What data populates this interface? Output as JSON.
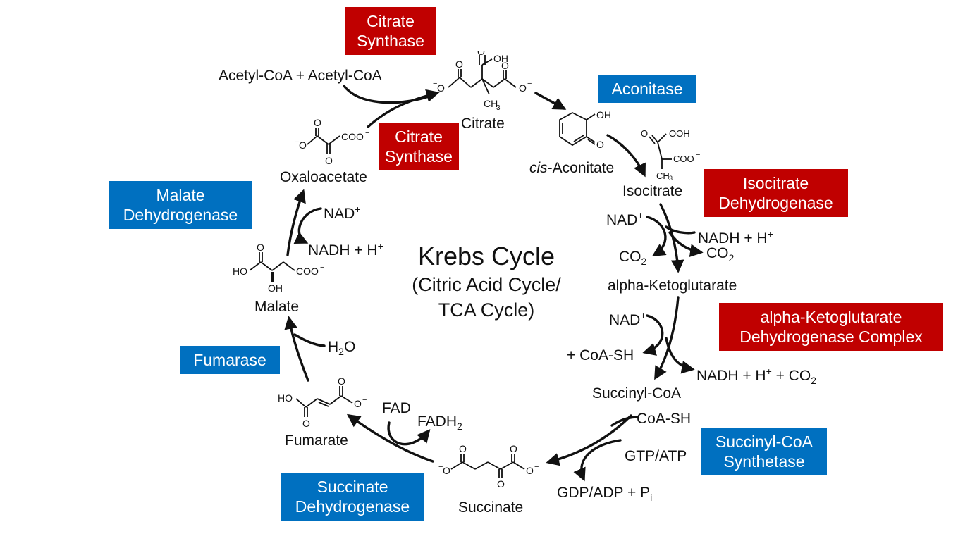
{
  "title": {
    "main": "Krebs Cycle",
    "sub1": "(Citric Acid Cycle/",
    "sub2": "TCA Cycle)"
  },
  "colors": {
    "red_enzyme": "#c00000",
    "blue_enzyme": "#0070c0",
    "arrow": "#111111"
  },
  "enzymes": {
    "citrate_synthase_top": {
      "line1": "Citrate",
      "line2": "Synthase",
      "color": "red"
    },
    "citrate_synthase_mid": {
      "line1": "Citrate",
      "line2": "Synthase",
      "color": "red"
    },
    "aconitase": {
      "line1": "Aconitase",
      "color": "blue"
    },
    "isocitrate_dh": {
      "line1": "Isocitrate",
      "line2": "Dehydrogenase",
      "color": "red"
    },
    "akg_dh": {
      "line1": "alpha-Ketoglutarate",
      "line2": "Dehydrogenase Complex",
      "color": "red"
    },
    "succinyl_coa_synthetase": {
      "line1": "Succinyl-CoA",
      "line2": "Synthetase",
      "color": "blue"
    },
    "succinate_dh": {
      "line1": "Succinate",
      "line2": "Dehydrogenase",
      "color": "blue"
    },
    "fumarase": {
      "line1": "Fumarase",
      "color": "blue"
    },
    "malate_dh": {
      "line1": "Malate",
      "line2": "Dehydrogenase",
      "color": "blue"
    }
  },
  "metabolites": {
    "acetyl": "Acetyl-CoA + Acetyl-CoA",
    "citrate": "Citrate",
    "cis_aconitate_prefix": "cis",
    "cis_aconitate_rest": "-Aconitate",
    "isocitrate": "Isocitrate",
    "akg": "alpha-Ketoglutarate",
    "succinyl_coa": "Succinyl-CoA",
    "succinate": "Succinate",
    "fumarate": "Fumarate",
    "malate": "Malate",
    "oxaloacetate": "Oxaloacetate"
  },
  "cofactors": {
    "nad_isocitrate": "NAD",
    "nadh_isocitrate": "NADH + H",
    "co2_left": "CO",
    "co2_right": "CO",
    "nad_akg": "NAD",
    "coash_akg": "+ CoA-SH",
    "nadh_akg_a": "NADH + H",
    "nadh_akg_b": " + CO",
    "coash_succ": "CoA-SH",
    "gtp_atp": "GTP/ATP",
    "gdp_adp": "GDP/ADP + P",
    "fad": "FAD",
    "fadh2": "FADH",
    "h2o_h": "H",
    "h2o_o": "O",
    "nad_malate": "NAD",
    "nadh_malate": "NADH + H",
    "plus": "+",
    "sub_2": "2",
    "sub_i": "i"
  },
  "structures": {
    "citrate": {
      "coo_left": "O",
      "cooh_oh": "OH",
      "coo_right": "O",
      "ch3": "CH",
      "ch3_sub": "3",
      "o1": "O",
      "o2": "O",
      "o3": "O",
      "neg": "−"
    },
    "cis_aconitate": {
      "oh": "OH",
      "o": "O"
    },
    "isocitrate": {
      "ooh": "OOH",
      "o": "O",
      "coo": "COO",
      "ch3": "CH",
      "ch3_sub": "3",
      "neg": "−"
    },
    "oxaloacetate": {
      "o_left": "O",
      "o_top": "O",
      "o_bottom": "O",
      "coo": "COO",
      "neg": "−"
    },
    "malate": {
      "ho": "HO",
      "o": "O",
      "coo": "COO",
      "oh": "OH",
      "neg": "−"
    },
    "fumarate": {
      "ho": "HO",
      "o_bottom": "O",
      "o_top": "O",
      "o_right": "O",
      "neg": "−"
    },
    "succinate": {
      "o_left": "O",
      "o_top1": "O",
      "o_top2": "O",
      "o_mid": "O",
      "o_right": "O",
      "neg": "−"
    }
  }
}
